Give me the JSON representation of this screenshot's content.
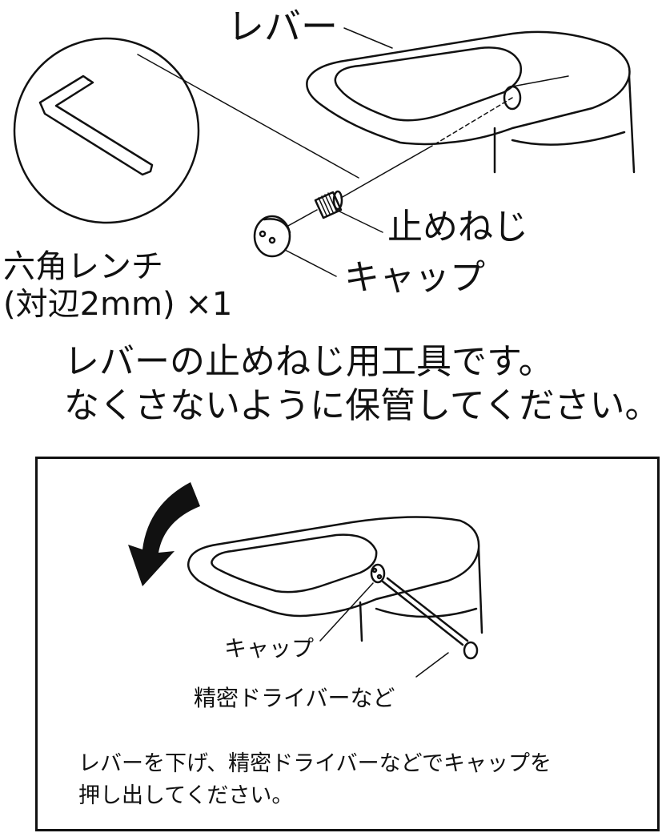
{
  "top": {
    "label_lever": "レバー",
    "label_set_screw": "止めねじ",
    "label_cap": "キャップ",
    "wrench_name": "六角レンチ",
    "wrench_spec": "(対辺2mm) ×1",
    "note_line1": "レバーの止めねじ用工具です。",
    "note_line2": "なくさないように保管してください。"
  },
  "instruction": {
    "label_cap": "キャップ",
    "label_tool": "精密ドライバーなど",
    "text_line1": "レバーを下げ、精密ドライバーなどでキャップを",
    "text_line2": "押し出してください。"
  },
  "colors": {
    "ink": "#111111",
    "background": "#ffffff"
  }
}
